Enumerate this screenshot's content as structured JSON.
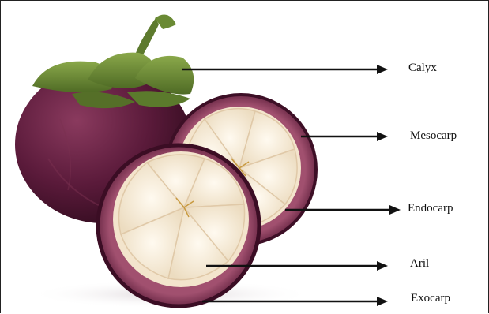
{
  "diagram": {
    "subject": "mangosteen-fruit-anatomy",
    "colors": {
      "rind": "#5a1a3a",
      "rind_dark": "#3a0c24",
      "rind_inner": "#8b3a5c",
      "aril": "#f6eddc",
      "calyx": "#6f8f3a",
      "arrow": "#111111"
    },
    "labels": [
      {
        "id": "calyx",
        "text": "Calyx"
      },
      {
        "id": "mesocarp",
        "text": "Mesocarp"
      },
      {
        "id": "endocarp",
        "text": "Endocarp"
      },
      {
        "id": "aril",
        "text": "Aril"
      },
      {
        "id": "exocarp",
        "text": "Exocarp"
      }
    ]
  }
}
